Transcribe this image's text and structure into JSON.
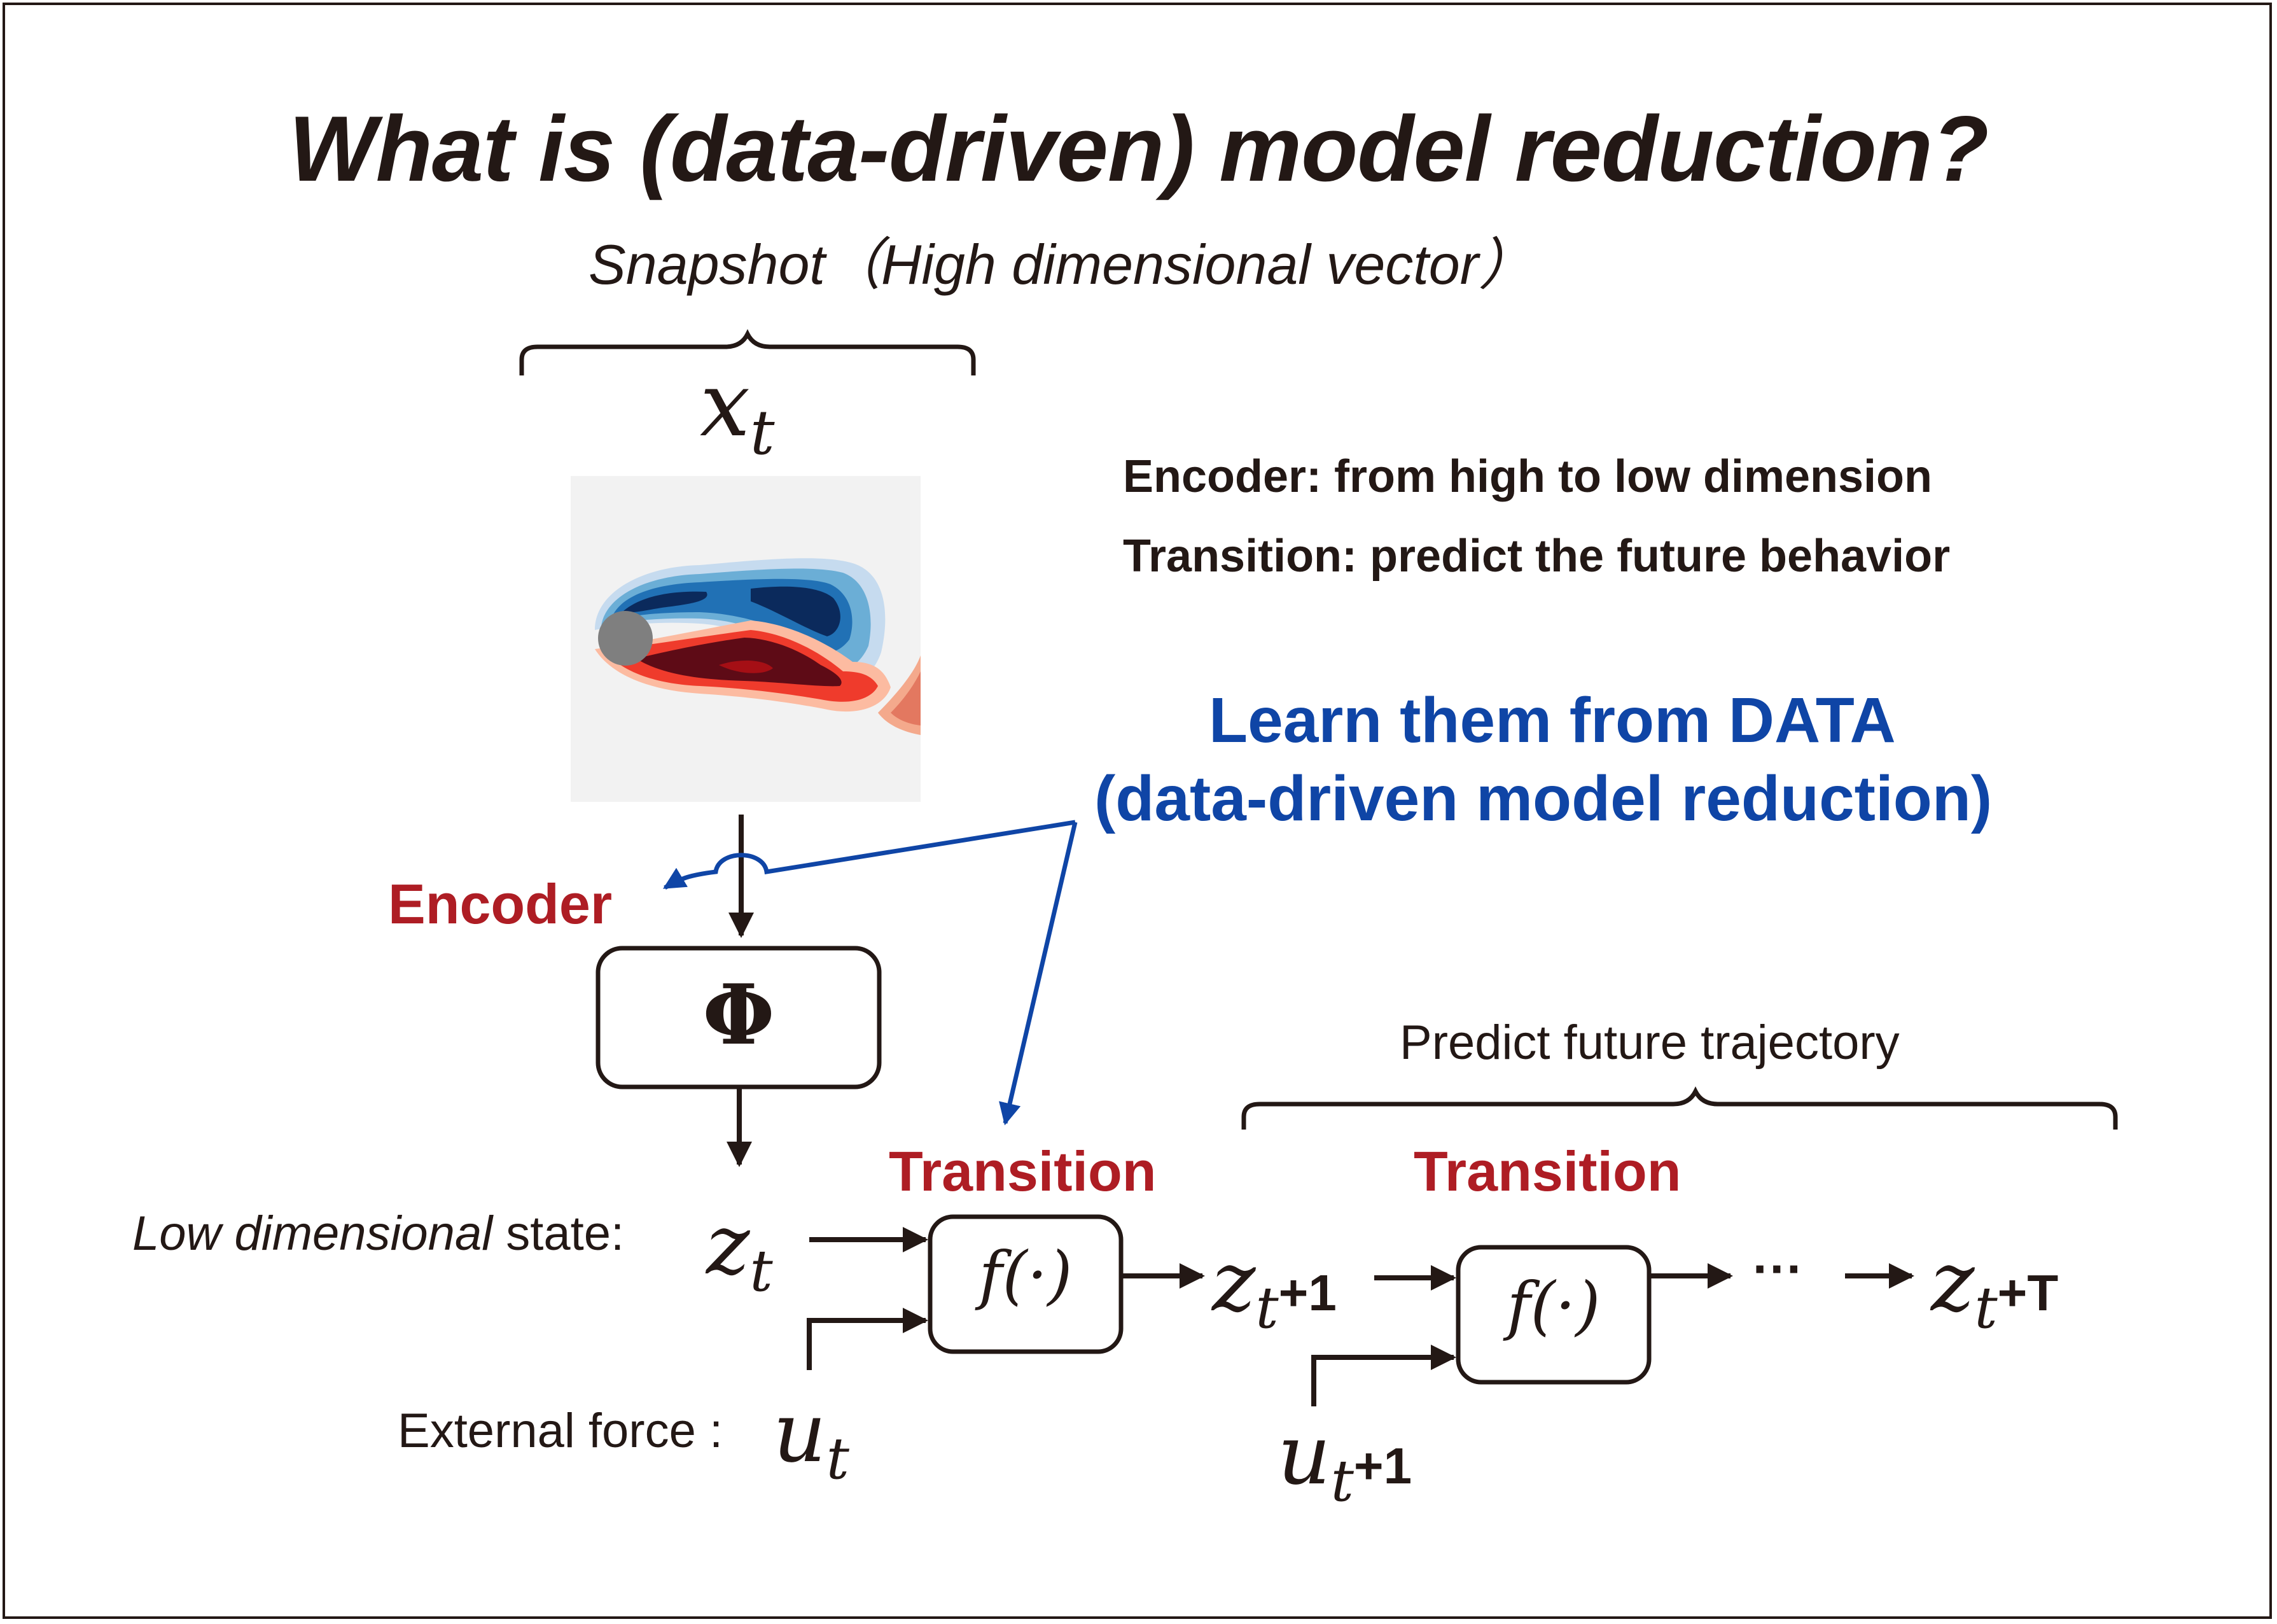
{
  "title": "What is (data-driven) model reduction?",
  "snapshot": {
    "label": "Snapshot",
    "paren_open": "（",
    "paren_text": "High dimensional vector",
    "paren_close": "）",
    "symbol": "x",
    "subscript": "t"
  },
  "descriptions": {
    "encoder": "Encoder: from high to low dimension",
    "transition": "Transition: predict the future behavior"
  },
  "learn": {
    "line1": "Learn them from DATA",
    "line2": "(data-driven model reduction)"
  },
  "encoder": {
    "label": "Encoder",
    "box_symbol": "Φ"
  },
  "transition": {
    "label1": "Transition",
    "label2": "Transition",
    "func1": "f(·)",
    "func2": "f(·)"
  },
  "state": {
    "italic_label": "Low dimensional",
    "label_rest": " state: ",
    "symbol": "z",
    "subscript": "t"
  },
  "force": {
    "label": "External force : ",
    "symbol": "u",
    "subscript": "t"
  },
  "sequence": {
    "z_next_symbol": "z",
    "z_next_sub": "t",
    "z_next_suffix": "+1",
    "u_next_symbol": "u",
    "u_next_sub": "t",
    "u_next_suffix": "+1",
    "ellipsis": "···",
    "z_last_symbol": "z",
    "z_last_sub": "t",
    "z_last_suffix": "+T"
  },
  "predict": {
    "label": "Predict future trajectory"
  },
  "colors": {
    "text": "#231815",
    "accent_blue": "#0f45a6",
    "accent_red": "#ae1d24",
    "vortex_blue_dark": "#0b2a5c",
    "vortex_red_dark": "#5e0b16",
    "cylinder": "#7f7f7f",
    "snapshot_bg": "#f2f2f2"
  },
  "icons": {
    "snapshot_image": "flow-vortex-snapshot"
  }
}
